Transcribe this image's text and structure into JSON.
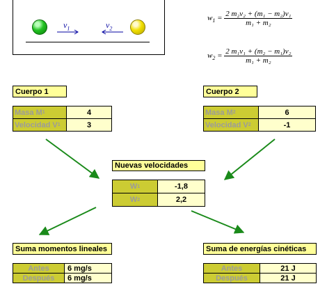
{
  "diagram": {
    "v1_label": "v",
    "v1_sub": "1",
    "v2_label": "v",
    "v2_sub": "2"
  },
  "formulas": {
    "w1": {
      "lhs": "w",
      "lhs_sub": "1",
      "numerator": "2 m₂v₂ + (m₁ − m₂)v₁",
      "denominator": "m₁ + m₂"
    },
    "w2": {
      "lhs": "w",
      "lhs_sub": "2",
      "numerator": "2 m₁v₁ + (m₂ − m₁)v₂",
      "denominator": "m₁ + m₂"
    }
  },
  "cuerpo1": {
    "header": "Cuerpo 1",
    "mass_label": "Masa M",
    "mass_sub": "1",
    "mass_value": "4",
    "velocity_label": "Velocidad V",
    "velocity_sub": "1",
    "velocity_value": "3"
  },
  "cuerpo2": {
    "header": "Cuerpo 2",
    "mass_label": "Masa M",
    "mass_sub": "2",
    "mass_value": "6",
    "velocity_label": "Velocidad V",
    "velocity_sub": "2",
    "velocity_value": "-1"
  },
  "nuevas": {
    "header": "Nuevas velocidades",
    "w1_label": "W",
    "w1_sub": "1",
    "w1_value": "-1,8",
    "w2_label": "W",
    "w2_sub": "2",
    "w2_value": "2,2"
  },
  "momentos": {
    "header": "Suma momentos lineales",
    "before_label": "Antes",
    "before_value": "6 mg/s",
    "after_label": "Después",
    "after_value": "6 mg/s"
  },
  "energias": {
    "header": "Suma de energías cinéticas",
    "before_label": "Antes",
    "before_value": "21 J",
    "after_label": "Después",
    "after_value": "21 J"
  },
  "colors": {
    "arrow": "#1a8a1a",
    "header_fill": "#ffff99",
    "label_fill": "#cccc33",
    "value_fill": "#ffffcc"
  }
}
